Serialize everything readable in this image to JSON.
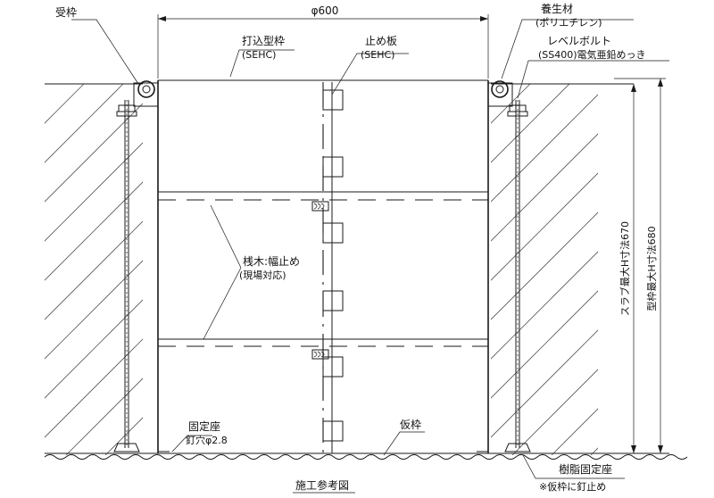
{
  "labels": {
    "uke_waku": "受枠",
    "diameter": "φ600",
    "uchikomi_line1": "打込型枠",
    "uchikomi_line2": "(SEHC)",
    "tomeita_line1": "止め板",
    "tomeita_line2": "(SEHC)",
    "yojo_line1": "養生材",
    "yojo_line2": "(ポリエチレン)",
    "level_line1": "レベルボルト",
    "level_line2": "(SS400)電気亜鉛めっき",
    "sangi_line1": "桟木:幅止め",
    "sangi_line2": "(現場対応)",
    "kotei_line1": "固定座",
    "kotei_line2": "釘穴φ2.8",
    "kari_waku": "仮枠",
    "jushi_line1": "樹脂固定座",
    "jushi_line2": "※仮枠に釘止め",
    "slab_dim": "スラブ最大H寸法670",
    "kata_dim": "型枠最大H寸法680",
    "title": "施工参考図"
  },
  "colors": {
    "line": "#1a1a1a",
    "hatch": "#555555",
    "background": "#ffffff"
  }
}
